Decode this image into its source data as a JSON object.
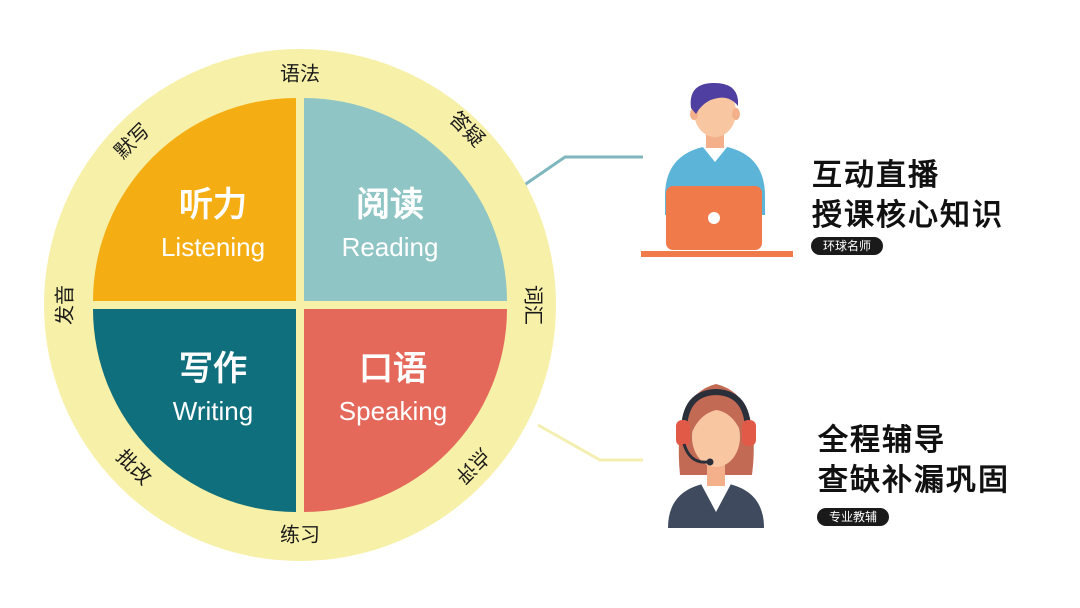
{
  "colors": {
    "ring": "#f7f0a8",
    "listening": "#f5ad14",
    "reading": "#8fc5c4",
    "writing": "#0f6f7d",
    "speaking": "#e5695a",
    "connector_teal": "#7fb7be",
    "connector_yellow": "#f4efb0",
    "tag_bg": "#1a1a1a"
  },
  "ring_labels": [
    "语法",
    "答疑",
    "词汇",
    "点评",
    "练习",
    "批改",
    "发音",
    "默写"
  ],
  "quadrants": {
    "listening": {
      "title": "听力",
      "subtitle": "Listening"
    },
    "reading": {
      "title": "阅读",
      "subtitle": "Reading"
    },
    "writing": {
      "title": "写作",
      "subtitle": "Writing"
    },
    "speaking": {
      "title": "口语",
      "subtitle": "Speaking"
    }
  },
  "live": {
    "line1": "互动直播",
    "line2": "授课核心知识",
    "tag": "环球名师",
    "icon": "teacher-laptop-icon"
  },
  "tutoring": {
    "line1": "全程辅导",
    "line2": "查缺补漏巩固",
    "tag": "专业教辅",
    "icon": "headset-tutor-icon"
  }
}
